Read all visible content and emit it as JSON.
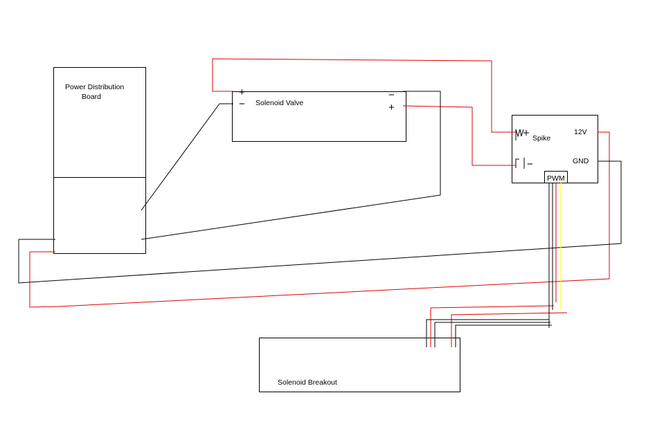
{
  "diagram": {
    "components": {
      "pdb": {
        "label_line1": "Power Distribution",
        "label_line2": "Board"
      },
      "valve": {
        "label": "Solenoid Valve",
        "left_plus": "+",
        "left_minus": "−",
        "right_minus": "−",
        "right_plus": "+"
      },
      "spike": {
        "label": "Spike",
        "label_12v": "12V",
        "label_gnd": "GND",
        "label_pwm": "PWM",
        "minus": "−"
      },
      "breakout": {
        "label": "Solenoid Breakout"
      }
    },
    "colors": {
      "wire_black": "#000000",
      "wire_red": "#e00000",
      "wire_yellow": "#ffff00",
      "background": "#ffffff"
    }
  }
}
